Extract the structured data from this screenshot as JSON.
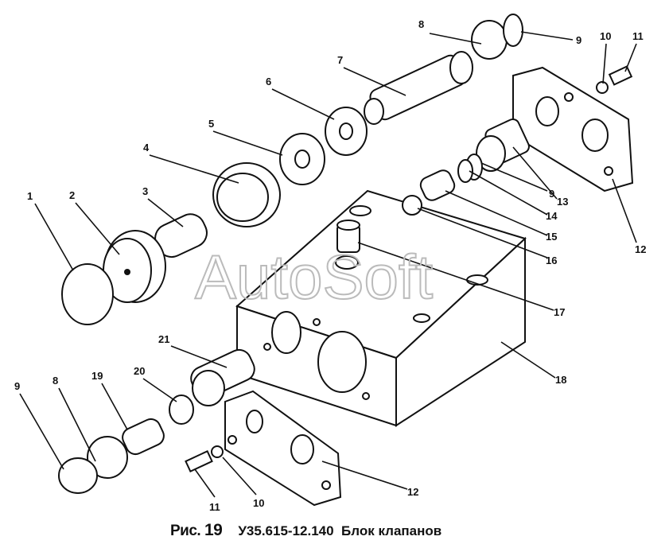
{
  "watermark": "AutoSoft",
  "caption": {
    "fig_prefix": "Рис.",
    "fig_number": "19",
    "part_code": "У35.615-12.140",
    "title": "Блок клапанов"
  },
  "callouts": [
    "8",
    "9",
    "10",
    "11",
    "7",
    "6",
    "5",
    "4",
    "3",
    "2",
    "1",
    "9",
    "13",
    "14",
    "15",
    "16",
    "12",
    "17",
    "18",
    "21",
    "20",
    "19",
    "8",
    "9",
    "12",
    "11",
    "10"
  ]
}
